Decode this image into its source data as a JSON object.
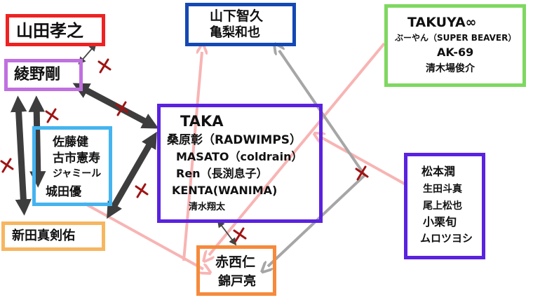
{
  "boxes": {
    "yamada": {
      "names": [
        "山田孝之"
      ],
      "color": "#ee2222"
    },
    "ayano": {
      "names": [
        "綾野剛"
      ],
      "color": "#c070e0"
    },
    "sato": {
      "names": [
        "佐藤健",
        "古市憲寿",
        "ジャミール",
        "城田優"
      ],
      "color": "#44b4f0"
    },
    "arata": {
      "names": [
        "新田真剣佑"
      ],
      "color": "#f6b660"
    },
    "yamashita": {
      "names": [
        "山下智久",
        "亀梨和也"
      ],
      "color": "#1448b4"
    },
    "taka": {
      "names": [
        "TAKA",
        "桑原彰（RADWIMPS）",
        "MASATO（coldrain）",
        "Ren（長渕息子）",
        "KENTA(WANIMA)",
        "清水翔太"
      ],
      "color": "#5a22e0"
    },
    "akanishi": {
      "names": [
        "赤西仁",
        "錦戸亮"
      ],
      "color": "#f58a3c"
    },
    "takuya": {
      "names": [
        "TAKUYA∞",
        "ぶーやん（SUPER BEAVER）",
        "AK-69",
        "清木場俊介"
      ],
      "color": "#7ed860"
    },
    "matsumoto": {
      "names": [
        "松本潤",
        "生田斗真",
        "尾上松也",
        "小栗旬",
        "ムロツヨシ"
      ],
      "color": "#5a22e0"
    }
  },
  "link_colors": {
    "strong": "#3d3d3d",
    "thin": "#444444",
    "gray": "#a6a6a6",
    "pink": "#f8b4b4",
    "mark": "#a01414"
  }
}
